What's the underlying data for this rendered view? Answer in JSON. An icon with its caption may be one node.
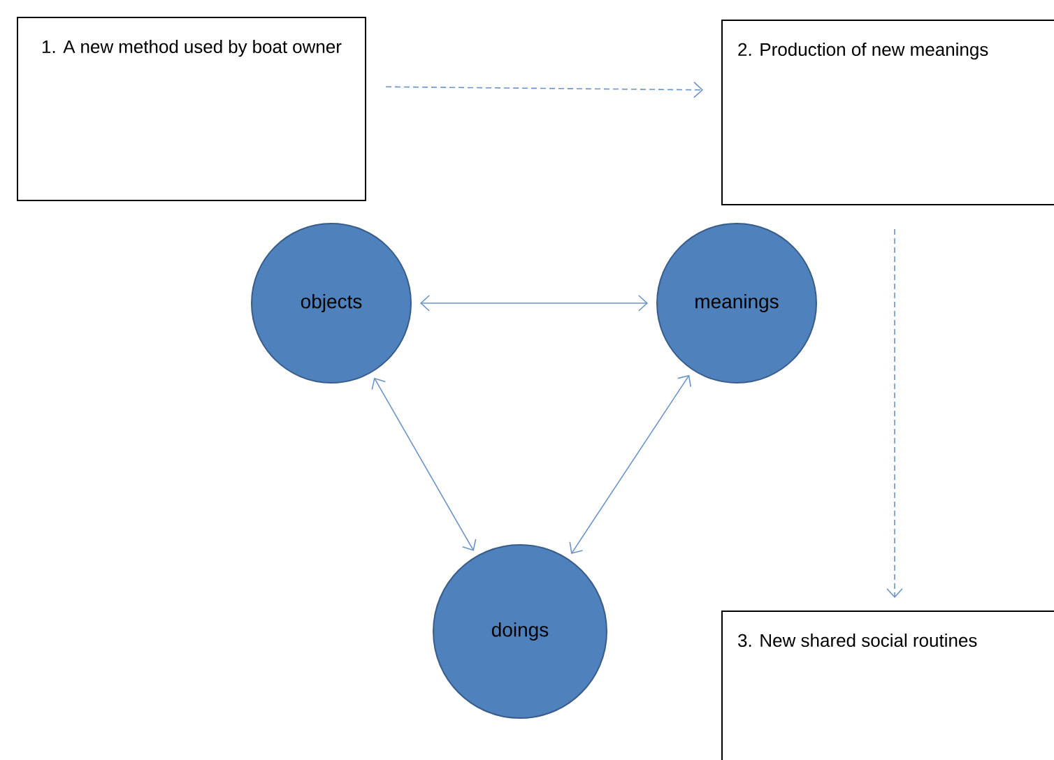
{
  "diagram": {
    "nodes": [
      {
        "text": [
          "1. A new method used by boat owner"
        ]
      },
      {
        "text": [
          "2. Production of new meanings"
        ]
      },
      {
        "text": [
          "3. New shared social routines"
        ]
      },
      {
        "text": [
          "objects"
        ]
      },
      {
        "text": [
          "meanings"
        ]
      },
      {
        "text": [
          "doings"
        ]
      }
    ],
    "edges": [
      {
        "from": 0,
        "to": 1,
        "arrow": "to",
        "style": "dashed"
      },
      {
        "from": 1,
        "to": 2,
        "arrow": "to",
        "style": "dashed"
      },
      {
        "from": 3,
        "to": 4,
        "arrow": "both"
      },
      {
        "from": 3,
        "to": 5,
        "arrow": "both"
      },
      {
        "from": 4,
        "to": 5,
        "arrow": "both"
      }
    ]
  }
}
